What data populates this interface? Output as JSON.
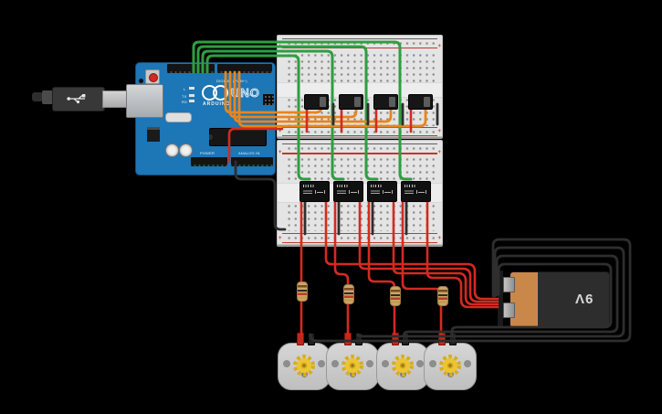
{
  "texts": {
    "battery_label": "9V",
    "uno": "UNO",
    "arduino": "ARDUINO",
    "digital_label": "DIGITAL (PWM~)",
    "power_label": "POWER",
    "analog_label": "ANALOG IN",
    "led_l": "L",
    "led_tx": "TX",
    "led_rx": "RX",
    "on_label": "ON",
    "rail_plus": "+"
  },
  "colors": {
    "background": "#000000",
    "board_blue": "#1d76b5",
    "breadboard": "#e4e4e4",
    "rail_red": "#c0392b",
    "rail_blue": "#606060",
    "wire_green": "#2f9e41",
    "wire_orange": "#e8851e",
    "wire_red": "#d42a20",
    "wire_black": "#2e2e2e",
    "battery_body": "#2d2d2d",
    "battery_stripe": "#c9874a",
    "resistor_body": "#c9a76b",
    "motor_body": "#cacaca",
    "gear_yellow": "#ecc52f"
  },
  "components": {
    "microcontroller_count": 1,
    "breadboard_count": 2,
    "small_ic_count": 4,
    "relay_count": 4,
    "resistor_count": 4,
    "dc_motor_count": 4,
    "battery_count": 1
  }
}
